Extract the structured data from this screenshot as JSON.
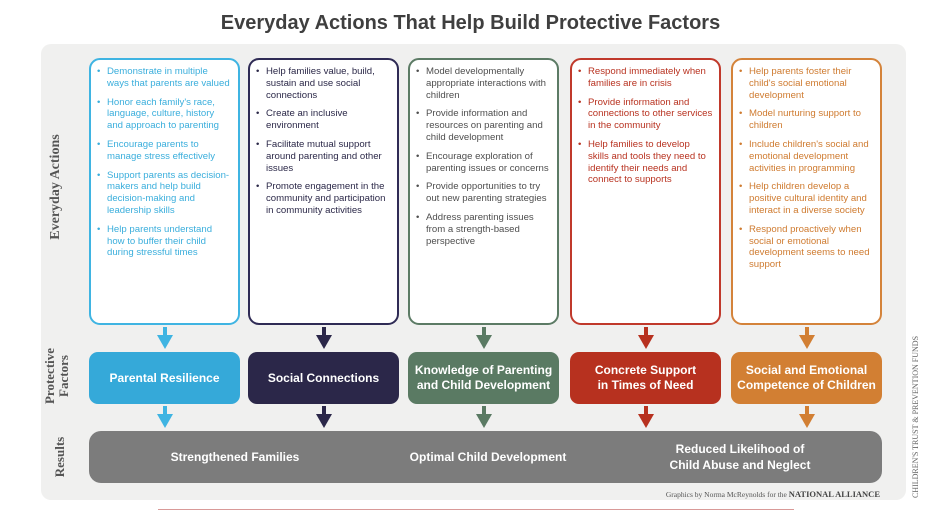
{
  "title": "Everyday Actions That Help Build Protective Factors",
  "row_labels": {
    "actions": "Everyday Actions",
    "factors_line1": "Protective",
    "factors_line2": "Factors",
    "results": "Results"
  },
  "columns": [
    {
      "color": "#3fb4e2",
      "actions": [
        "Demonstrate in multiple ways that parents are valued",
        "Honor each family's race, language, culture, history and approach to parenting",
        "Encourage parents to manage stress effectively",
        "Support parents as decision-makers and help build decision-making and leadership skills",
        "Help parents understand how to buffer their child during stressful times"
      ],
      "factor_line1": "Parental Resilience",
      "factor_line2": ""
    },
    {
      "color": "#2b2749",
      "actions": [
        "Help families value, build, sustain and use social connections",
        "Create an inclusive environment",
        "Facilitate mutual support around parenting and other issues",
        "Promote engagement in the community and participation in community activities"
      ],
      "factor_line1": "Social Connections",
      "factor_line2": ""
    },
    {
      "color": "#5a7a63",
      "actions": [
        "Model developmentally appropriate interactions with children",
        "Provide information and resources on parenting and child development",
        "Encourage exploration of parenting issues or concerns",
        "Provide opportunities to try out new parenting strategies",
        "Address parenting issues from a strength-based perspective"
      ],
      "factor_line1": "Knowledge of Parenting",
      "factor_line2": "and Child Development"
    },
    {
      "color": "#b7311f",
      "actions": [
        "Respond immediately when families are in crisis",
        "Provide information and connections to other services in the community",
        "Help families to develop skills and tools they need to identify their needs and connect to supports"
      ],
      "factor_line1": "Concrete Support",
      "factor_line2": "in Times of Need"
    },
    {
      "color": "#d27f33",
      "actions": [
        "Help parents foster their child's social emotional development",
        "Model nurturing support to children",
        "Include children's social and emotional development activities in programming",
        "Help children develop a positive cultural identity and interact in a diverse society",
        "Respond proactively when social or emotional development seems to need support"
      ],
      "factor_line1": "Social and Emotional",
      "factor_line2": "Competence of Children"
    }
  ],
  "results": {
    "item1": "Strengthened Families",
    "item2": "Optimal Child Development",
    "item3_line1": "Reduced Likelihood of",
    "item3_line2": "Child Abuse and Neglect"
  },
  "credits": {
    "graphics_prefix": "Graphics by Norma McReynolds for the",
    "graphics_org": "NATIONAL ALLIANCE",
    "vertical": "CHILDREN'S TRUST & PREVENTION FUNDS"
  }
}
